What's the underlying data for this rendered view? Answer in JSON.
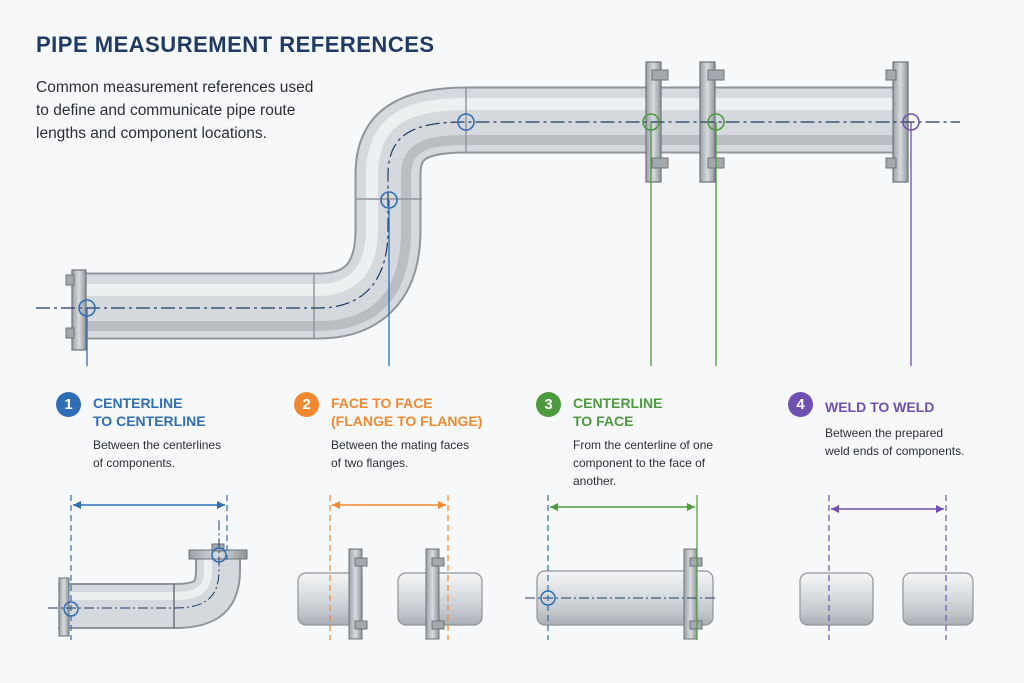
{
  "title": "PIPE MEASUREMENT REFERENCES",
  "subtitle_lines": [
    "Common measurement references used",
    "to define and communicate pipe route",
    "lengths and component locations."
  ],
  "colors": {
    "blue": "#2f6db5",
    "orange": "#f0892f",
    "green": "#4d9a3e",
    "purple": "#6f4fb2"
  },
  "sections": [
    {
      "number": "1",
      "color": "#2f6db5",
      "title_lines": [
        "CENTERLINE",
        "TO CENTERLINE"
      ],
      "desc_lines": [
        "Between the centerlines",
        "of components."
      ]
    },
    {
      "number": "2",
      "color": "#f0892f",
      "title_lines": [
        "FACE TO FACE",
        "(FLANGE TO FLANGE)"
      ],
      "desc_lines": [
        "Between the mating faces",
        "of two flanges."
      ]
    },
    {
      "number": "3",
      "color": "#4d9a3e",
      "title_lines": [
        "CENTERLINE",
        "TO FACE"
      ],
      "desc_lines": [
        "From the centerline of one",
        "component to the face of",
        "another."
      ]
    },
    {
      "number": "4",
      "color": "#6f4fb2",
      "title_lines": [
        "WELD TO WELD"
      ],
      "desc_lines": [
        "Between the prepared",
        "weld ends of components."
      ]
    }
  ]
}
